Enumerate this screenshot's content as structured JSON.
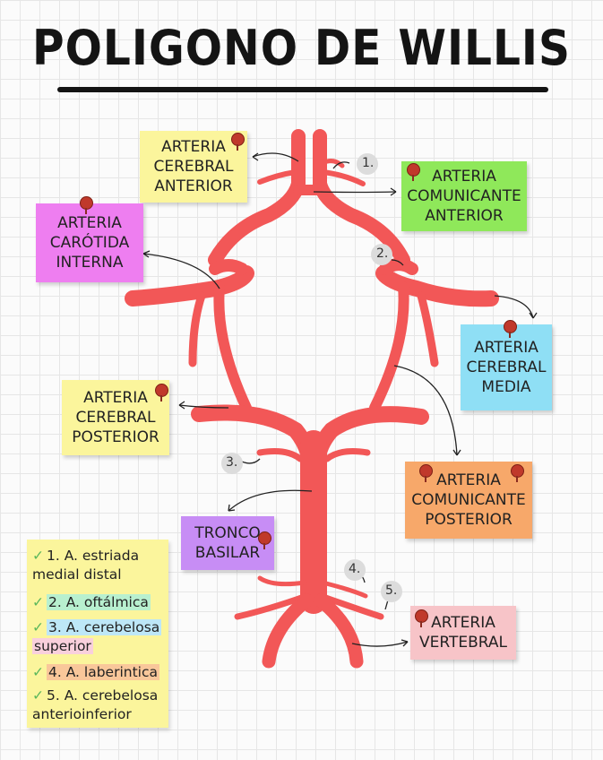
{
  "title": "POLIGONO DE WILLIS",
  "labels": {
    "cerebral_anterior": [
      "ARTERIA",
      "CEREBRAL",
      "ANTERIOR"
    ],
    "comunicante_anterior": [
      "ARTERIA",
      "COMUNICANTE",
      "ANTERIOR"
    ],
    "carotida_interna": [
      "ARTERIA",
      "CARÓTIDA",
      "INTERNA"
    ],
    "cerebral_media": [
      "ARTERIA",
      "CEREBRAL",
      "MEDIA"
    ],
    "cerebral_posterior": [
      "ARTERIA",
      "CEREBRAL",
      "POSTERIOR"
    ],
    "comunicante_posterior": [
      "ARTERIA",
      "COMUNICANTE",
      "POSTERIOR"
    ],
    "tronco_basilar": [
      "TRONCO",
      "BASILAR"
    ],
    "vertebral": [
      "ARTERIA",
      "VERTEBRAL"
    ]
  },
  "numbers": [
    "1.",
    "2.",
    "3.",
    "4.",
    "5."
  ],
  "legend": [
    {
      "check": "✓",
      "lines": [
        "1. A. estriada",
        "medial distal"
      ]
    },
    {
      "check": "✓",
      "lines": [
        "2. A. oftálmica"
      ]
    },
    {
      "check": "✓",
      "lines": [
        "3. A. cerebelosa",
        "superior"
      ]
    },
    {
      "check": "✓",
      "lines": [
        "4. A. laberintica"
      ]
    },
    {
      "check": "✓",
      "lines": [
        "5. A. cerebelosa",
        "anterioinferior"
      ]
    }
  ],
  "colors": {
    "artery": "#f25757",
    "yellow_note": "#fbf59c",
    "green_note": "#8fe85a",
    "pink_note": "#ee7ef0",
    "blue_note": "#8fdff5",
    "orange_note": "#f7a86a",
    "purple_note": "#c78df5",
    "rose_note": "#f7c4c8",
    "legend_highlight_green": "#b8f0cf",
    "legend_highlight_blue": "#bde7f7",
    "legend_highlight_pink": "#f9d0dc",
    "legend_highlight_orange": "#f9c79a",
    "check_color": "#5cb85c",
    "pin_color": "#c0392b"
  }
}
